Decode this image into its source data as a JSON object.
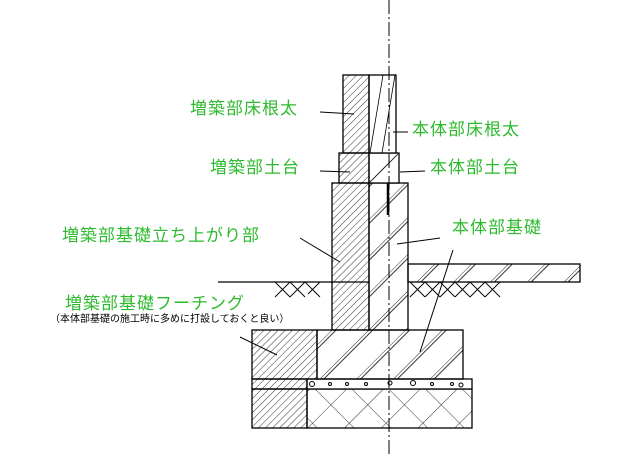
{
  "labels": {
    "addition_floor_joist": "増築部床根太",
    "main_floor_joist": "本体部床根太",
    "addition_sill": "増築部土台",
    "main_sill": "本体部土台",
    "addition_foundation_wall": "増築部基礎立ち上がり部",
    "main_foundation": "本体部基礎",
    "addition_footing": "増築部基礎フーチング",
    "footing_note": "（本体部基礎の施工時に多めに打設しておくと良い）"
  },
  "colors": {
    "label": "#2dbb2d",
    "line": "#000000"
  }
}
